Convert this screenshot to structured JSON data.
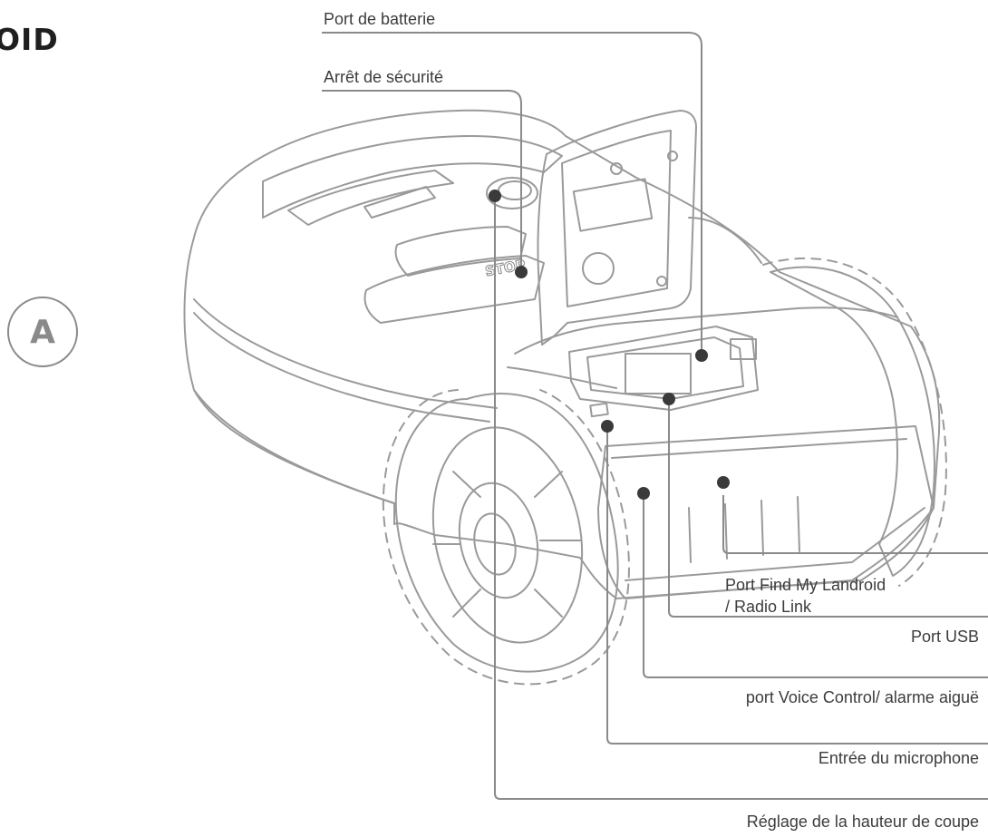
{
  "brand": {
    "partial_text": "OID"
  },
  "badge": {
    "letter": "A"
  },
  "callouts": {
    "battery_port": "Port de batterie",
    "safety_stop": "Arrêt de sécurité",
    "find_my_line1": "Port Find My Landroid",
    "find_my_line2": "/ Radio Link",
    "usb_port": "Port USB",
    "voice_control": "port Voice Control/ alarme aiguë",
    "microphone": "Entrée du microphone",
    "cut_height": "Réglage de la hauteur de coupe"
  },
  "illustration": {
    "stop_button_text": "STOP"
  },
  "colors": {
    "line": "#8a8a8a",
    "dot": "#3a3a3a",
    "text": "#3c3c3c"
  }
}
